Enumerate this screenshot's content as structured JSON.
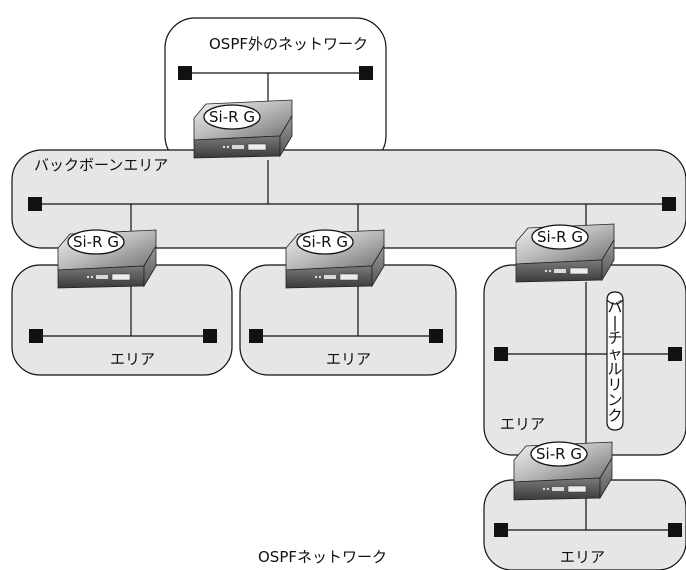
{
  "diagram": {
    "caption": "OSPFネットワーク",
    "external_network_label": "OSPF外のネットワーク",
    "backbone_label": "バックボーンエリア",
    "area_label": "エリア",
    "router_label": "Si-R G",
    "virtual_link_label": "バーチャルリンク",
    "colors": {
      "area_fill": "#e6e6e6",
      "outline": "#111111",
      "node": "#111111"
    }
  }
}
